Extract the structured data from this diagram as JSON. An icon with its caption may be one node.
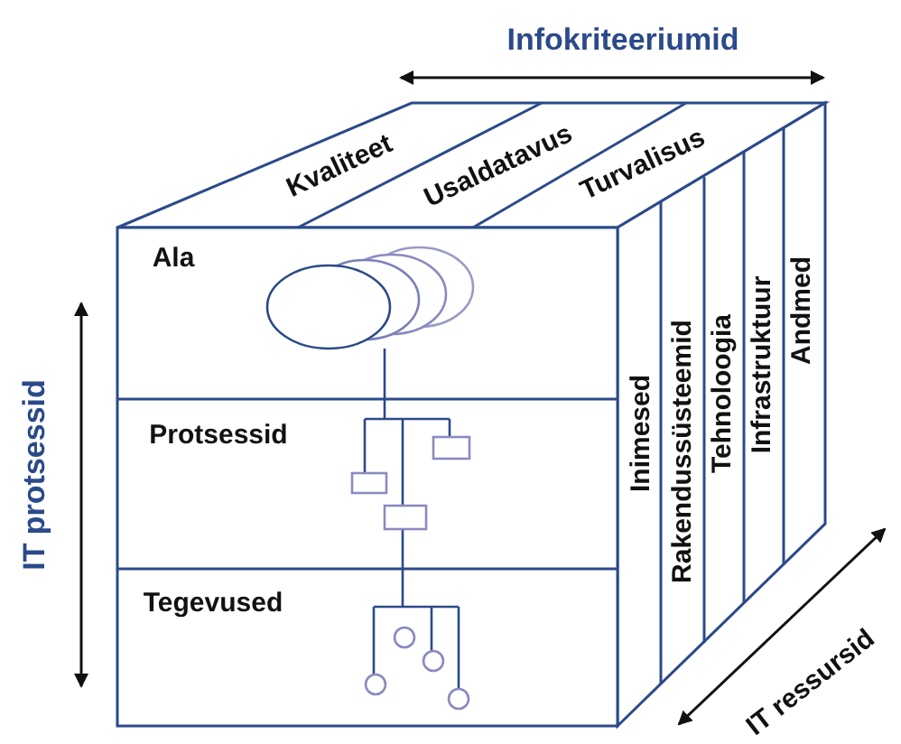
{
  "diagram": {
    "labels": [
      "Infokriteeriumid",
      "Kvaliteet",
      "Usaldatavus",
      "Turvalisus",
      "Ala",
      "Inimesed",
      "Rakendussüsteemid",
      "Tehnoloogia",
      "Infrastruktuur",
      "Andmed",
      "IT protsessid",
      "Protsessid",
      "Tegevused",
      "IT ressursid"
    ]
  }
}
